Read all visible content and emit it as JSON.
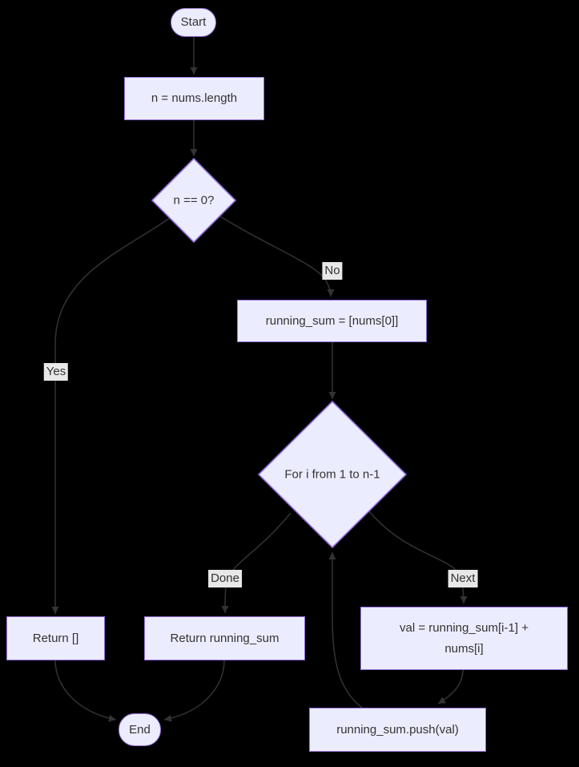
{
  "colors": {
    "background": "#000000",
    "node_fill": "#ECECFF",
    "node_border": "#9370DB",
    "edge_line": "#333333",
    "text": "#333333",
    "edge_label_bg": "#E8E8E8"
  },
  "nodes": {
    "start": "Start",
    "assign_n": "n = nums.length",
    "check_n_zero": "n == 0?",
    "init_running_sum": "running_sum = [nums[0]]",
    "for_loop": "For i from 1 to n-1",
    "return_empty": "Return []",
    "return_running_sum": "Return running_sum",
    "compute_val": "val = running_sum[i-1] + nums[i]",
    "push_val": "running_sum.push(val)",
    "end": "End"
  },
  "edge_labels": {
    "yes": "Yes",
    "no": "No",
    "done": "Done",
    "next": "Next"
  }
}
